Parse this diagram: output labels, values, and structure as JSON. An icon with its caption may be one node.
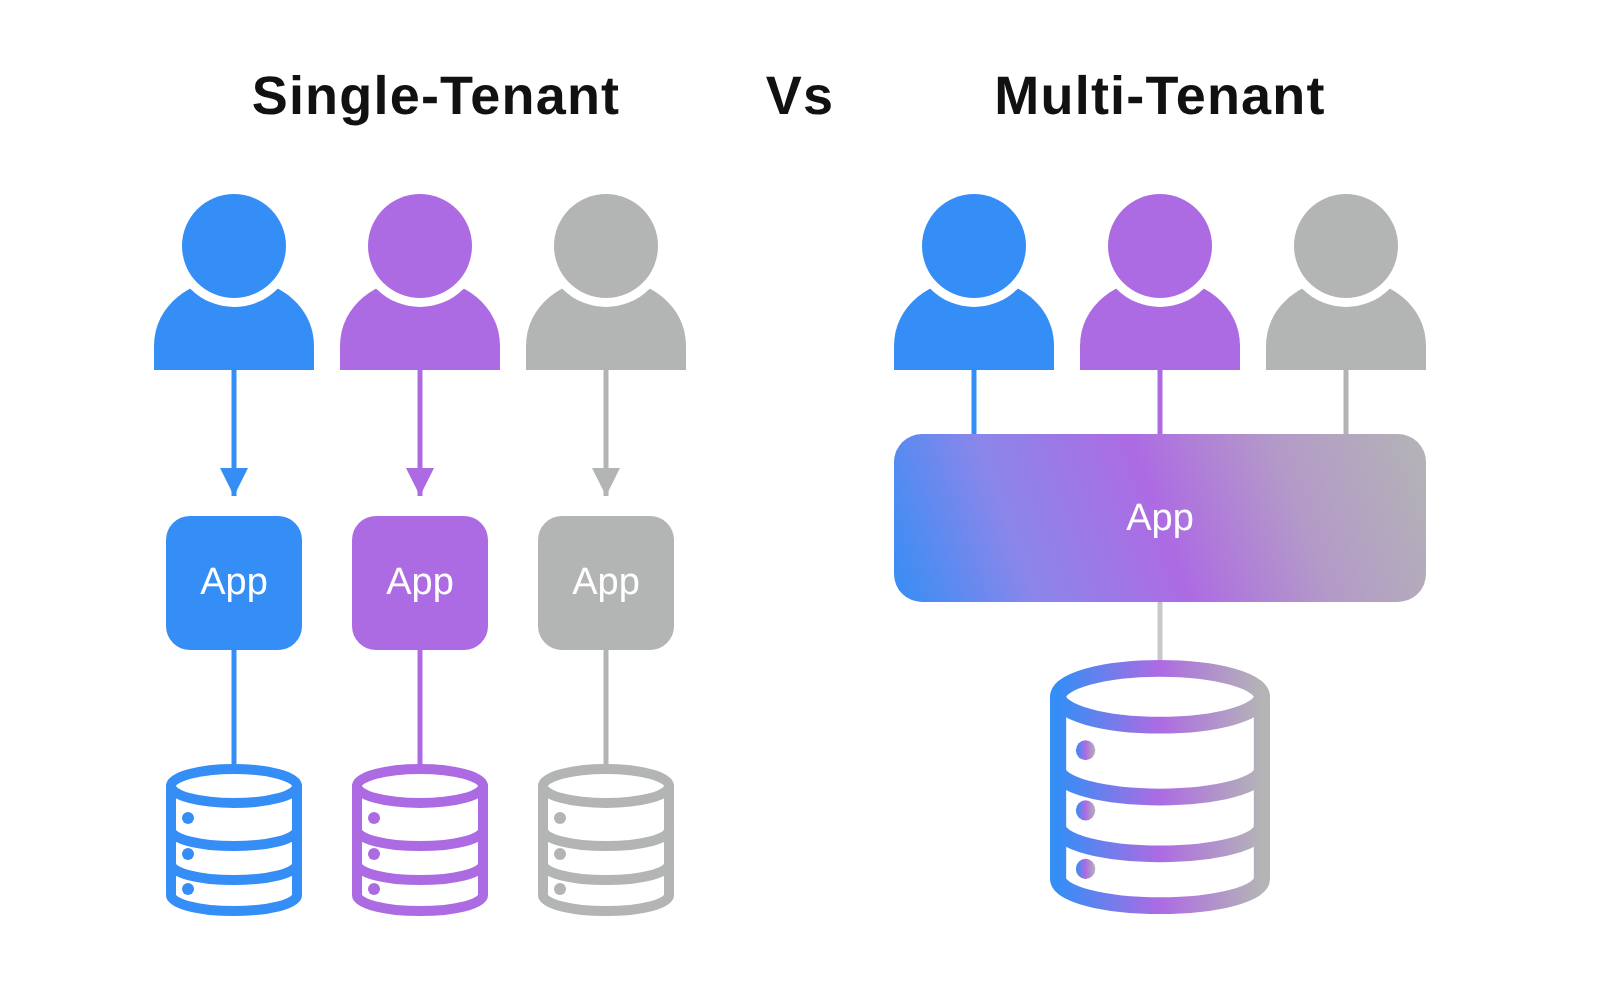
{
  "diagram": {
    "nodes": [
      {
        "text": [],
        "shape": "person"
      },
      {
        "text": [],
        "shape": "person"
      },
      {
        "text": [],
        "shape": "person"
      },
      {
        "text": [
          "App"
        ]
      },
      {
        "text": [
          "App"
        ]
      },
      {
        "text": [
          "App"
        ]
      },
      {
        "text": [],
        "shape": "cylinder"
      },
      {
        "text": [],
        "shape": "cylinder"
      },
      {
        "text": [],
        "shape": "cylinder"
      },
      {
        "text": [],
        "shape": "person"
      },
      {
        "text": [],
        "shape": "person"
      },
      {
        "text": [],
        "shape": "person"
      },
      {
        "text": [
          "App"
        ]
      },
      {
        "text": [],
        "shape": "cylinder"
      }
    ],
    "edges": [
      {
        "from": 0,
        "to": 3,
        "arrow": "to",
        "color": "#358ef5"
      },
      {
        "from": 1,
        "to": 4,
        "arrow": "to",
        "color": "#ad6be3"
      },
      {
        "from": 2,
        "to": 5,
        "arrow": "to",
        "color": "#b3b4b4"
      },
      {
        "from": 3,
        "to": 6,
        "arrow": "none",
        "color": "#358ef5"
      },
      {
        "from": 4,
        "to": 7,
        "arrow": "none",
        "color": "#ad6be3"
      },
      {
        "from": 5,
        "to": 8,
        "arrow": "none",
        "color": "#b3b4b4"
      },
      {
        "from": 9,
        "to": 12,
        "arrow": "none",
        "color": "#358ef5"
      },
      {
        "from": 10,
        "to": 12,
        "arrow": "none",
        "color": "#ad6be3"
      },
      {
        "from": 11,
        "to": 12,
        "arrow": "none",
        "color": "#b3b4b4"
      },
      {
        "from": 12,
        "to": 13,
        "arrow": "none",
        "color": "#c8c8c8"
      }
    ],
    "labels": [
      "Single-Tenant",
      "Vs",
      "Multi-Tenant"
    ]
  }
}
